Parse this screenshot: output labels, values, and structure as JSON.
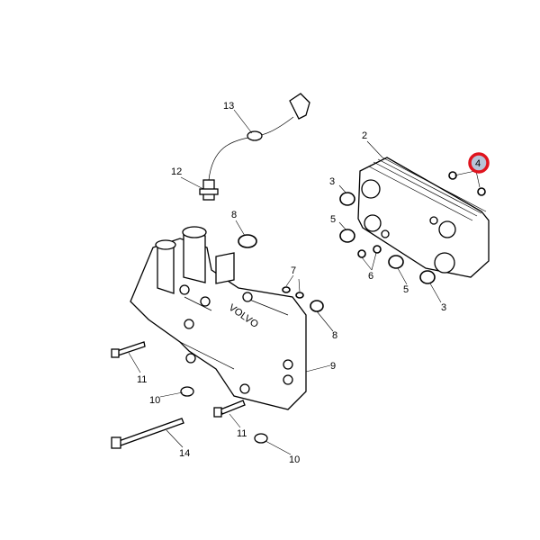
{
  "diagram": {
    "brand_marking": "VOLVO",
    "highlight_color": "#e0141e",
    "highlight_fill": "#b8c4d8",
    "highlighted_callout": "4",
    "callouts": {
      "c13": "13",
      "c12": "12",
      "c8a": "8",
      "c2": "2",
      "c3a": "3",
      "c4": "4",
      "c5a": "5",
      "c6": "6",
      "c5b": "5",
      "c3b": "3",
      "c7": "7",
      "c8b": "8",
      "c9": "9",
      "c11a": "11",
      "c10a": "10",
      "c11b": "11",
      "c14": "14",
      "c10b": "10"
    }
  }
}
